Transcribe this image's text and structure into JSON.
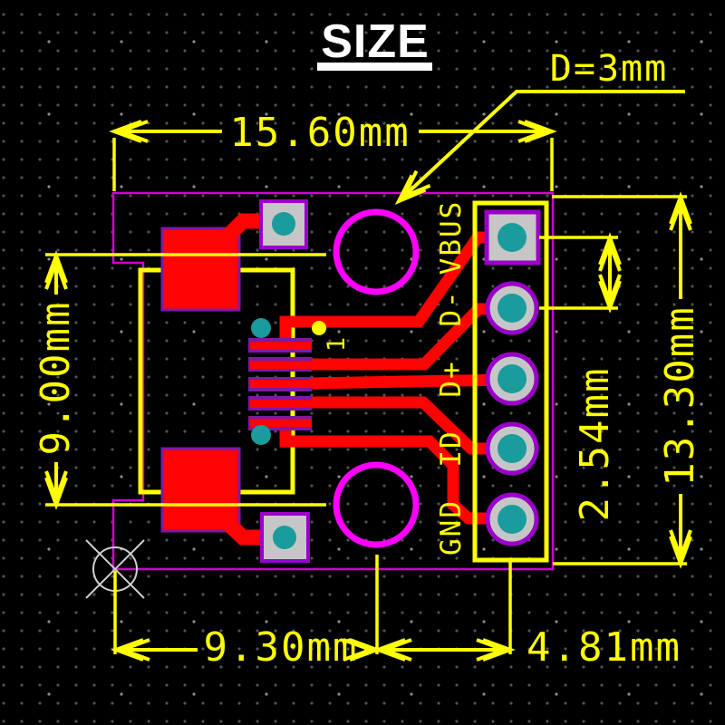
{
  "title": {
    "text": "SIZE"
  },
  "hole_callout": {
    "text": "D=3mm"
  },
  "dimensions": {
    "top_width": "15.60mm",
    "left_height": "9.00mm",
    "right_height": "13.30mm",
    "pad_pitch": "2.54mm",
    "bottom_left": "9.30mm",
    "bottom_right": "4.81mm"
  },
  "pin_labels": [
    "VBUS",
    "D-",
    "D+",
    "ID",
    "GND"
  ],
  "pin1_marker": "1",
  "colors": {
    "yellow": "#ffff00",
    "red": "#ff0202",
    "magenta": "#ff00ff",
    "board_outline": "#d400d4",
    "purple": "#9a00c8",
    "pin_purple": "#7d18a8",
    "pad_gray": "#c6c6c6",
    "teal": "#1a9c9c",
    "white": "#ffffff",
    "crosshair_gray": "#d0d0d0"
  }
}
